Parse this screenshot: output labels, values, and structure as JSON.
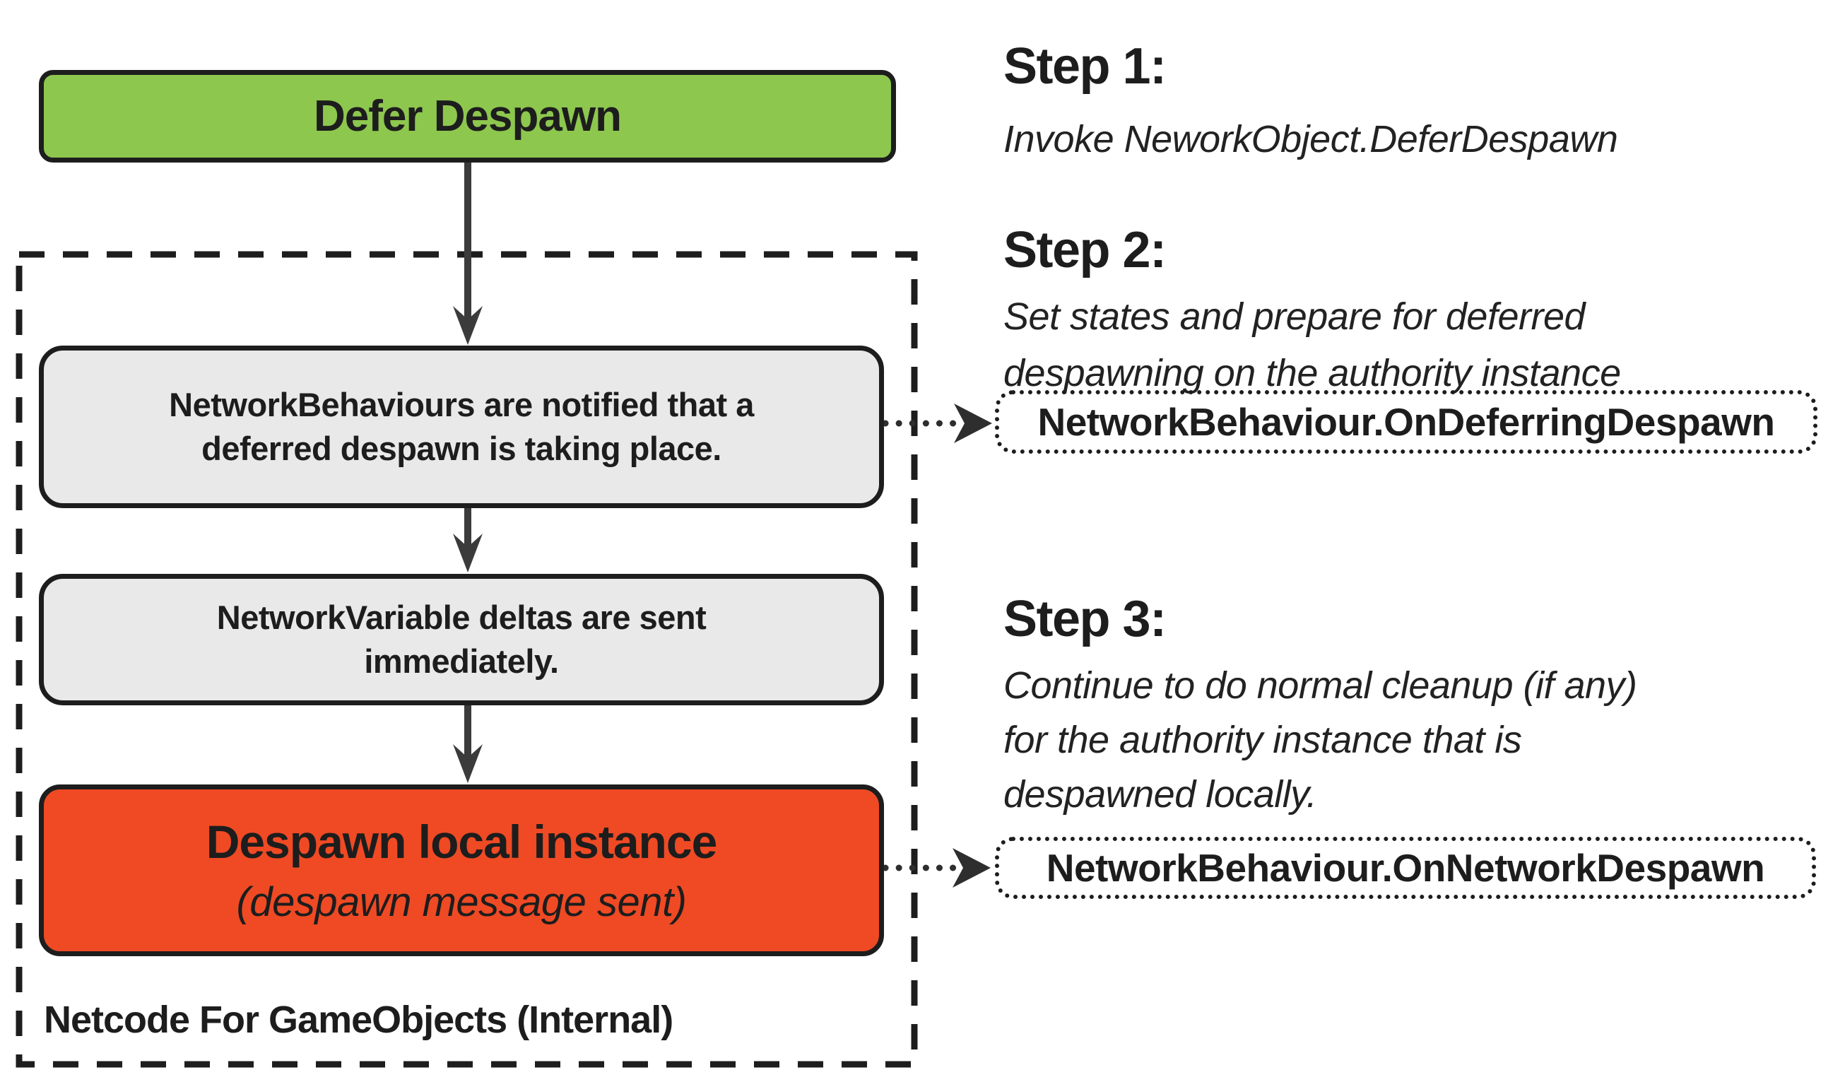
{
  "colors": {
    "green": "#8DC74E",
    "gray": "#E9E9E9",
    "red": "#EF4A24",
    "ink": "#1D1D1D",
    "arrow": "#3B3B3B"
  },
  "flow": {
    "start_label": "Defer Despawn",
    "box1": {
      "line1": "NetworkBehaviours are notified that a",
      "line2": "deferred despawn is taking place."
    },
    "box2": {
      "line1": "NetworkVariable deltas are sent",
      "line2": "immediately."
    },
    "despawn": {
      "title": "Despawn local instance",
      "subtitle": "(despawn message sent)"
    },
    "container_label": "Netcode For GameObjects (Internal)"
  },
  "steps": {
    "step1": {
      "heading": "Step 1:",
      "line1": "Invoke NeworkObject.DeferDespawn"
    },
    "step2": {
      "heading": "Step 2:",
      "line1": "Set states and prepare for deferred",
      "line2": "despawning on the authority instance"
    },
    "step3": {
      "heading": "Step 3:",
      "line1": "Continue to do normal cleanup (if any)",
      "line2": "for the authority instance that is",
      "line3": "despawned locally."
    }
  },
  "callouts": {
    "deferring": "NetworkBehaviour.OnDeferringDespawn",
    "network": "NetworkBehaviour.OnNetworkDespawn"
  }
}
